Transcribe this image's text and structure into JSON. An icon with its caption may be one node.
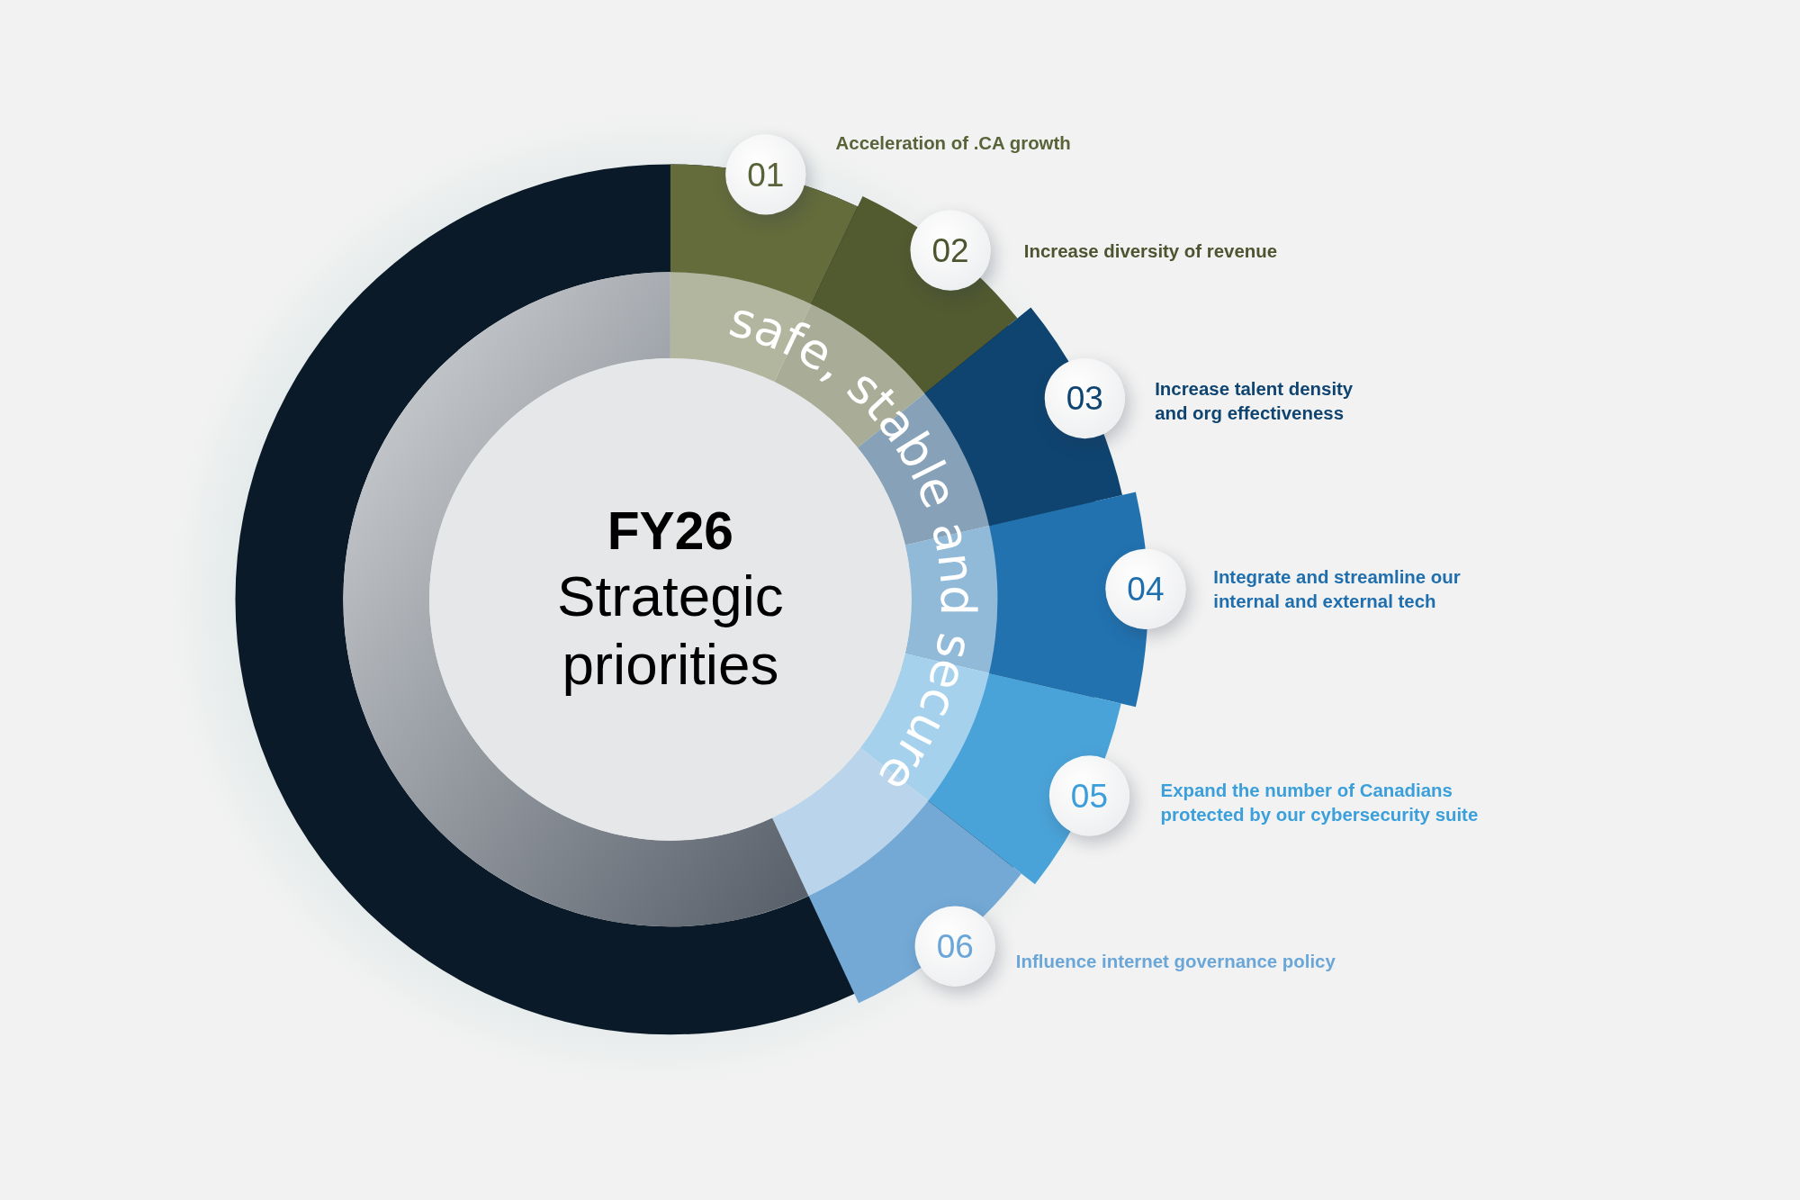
{
  "diagram": {
    "nodes": [
      {
        "text": [
          "FY26",
          "Strategic priorities"
        ]
      },
      {
        "text": [
          "safe, stable and secure"
        ]
      },
      {
        "text": [
          "01"
        ],
        "beside": [
          "Acceleration of .CA growth"
        ]
      },
      {
        "text": [
          "02"
        ],
        "beside": [
          "Increase diversity of revenue"
        ]
      },
      {
        "text": [
          "03"
        ],
        "beside": [
          "Increase talent density and org effectiveness"
        ]
      },
      {
        "text": [
          "04"
        ],
        "beside": [
          "Integrate and streamline our internal and external tech"
        ]
      },
      {
        "text": [
          "05"
        ],
        "beside": [
          "Expand the number of Canadians protected by our cybersecurity suite"
        ]
      },
      {
        "text": [
          "06"
        ],
        "beside": [
          "Influence internet governance policy"
        ]
      }
    ],
    "edges": []
  }
}
